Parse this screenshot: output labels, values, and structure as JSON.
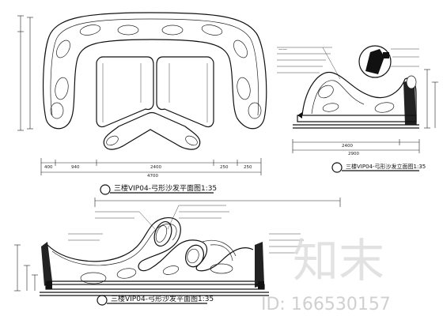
{
  "drawings": {
    "plan": {
      "title": "三楼VIP04-弓形沙发平面图1:35",
      "dims_bottom": [
        "400",
        "940",
        "2400",
        "250",
        "250"
      ],
      "dims_bottom_total": "4700"
    },
    "side": {
      "title": "三楼VIP04-弓形沙发立面图1:35",
      "dims_bottom": [
        "2400"
      ],
      "dims_bottom_total": "2900"
    },
    "front": {
      "title": "三楼VIP04-弓形沙发平面图1:35"
    }
  },
  "watermark": {
    "brand": "知末",
    "id_text": "ID: 166530157"
  }
}
